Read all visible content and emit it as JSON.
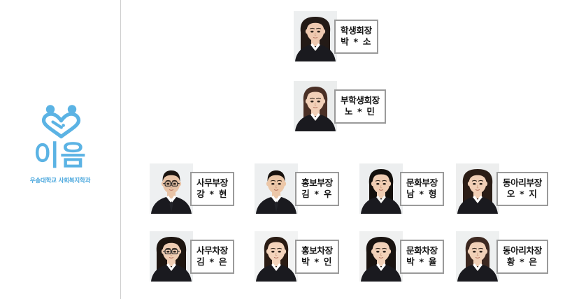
{
  "brand": {
    "mark_icon": "two-people-heart-icon",
    "wordmark": "이음",
    "subtitle": "우송대학교 사회복지학과",
    "accent_color": "#5bb3e4",
    "subtitle_color": "#4aa7dd"
  },
  "divider": {
    "color": "#cfcfcf"
  },
  "org_chart": {
    "label_border_color": "#9a9a9a",
    "label_text_color": "#141414",
    "rows": [
      {
        "row_name": "president-row",
        "members": [
          {
            "role": "학생회장",
            "name": "박 * 소",
            "photo_name": "photo-president",
            "hair": "long-straight-dark",
            "suit": "black",
            "skin": "#efc9b0",
            "hair_color": "#231a16",
            "bg": "#edeff0"
          }
        ]
      },
      {
        "row_name": "vice-president-row",
        "members": [
          {
            "role": "부학생회장",
            "name": "노 * 민",
            "photo_name": "photo-vice-president",
            "hair": "medium-brown",
            "suit": "black",
            "skin": "#f2d0b8",
            "hair_color": "#4a3026",
            "bg": "#ebeded"
          }
        ]
      },
      {
        "row_name": "department-heads-row",
        "members": [
          {
            "role": "사무부장",
            "name": "강 * 현",
            "photo_name": "photo-office-head",
            "hair": "short-dark-glasses",
            "suit": "black-tie",
            "skin": "#e8c3a6",
            "hair_color": "#1b1410",
            "bg": "#eef0f1"
          },
          {
            "role": "홍보부장",
            "name": "김 * 우",
            "photo_name": "photo-pr-head",
            "hair": "short-dark",
            "suit": "black-tie",
            "skin": "#ecc7a8",
            "hair_color": "#17110d",
            "bg": "#edeff0"
          },
          {
            "role": "문화부장",
            "name": "남 * 형",
            "photo_name": "photo-culture-head",
            "hair": "short-bangs-dark",
            "suit": "black-open",
            "skin": "#f0cdb2",
            "hair_color": "#14100c",
            "bg": "#eceeef"
          },
          {
            "role": "동아리부장",
            "name": "오 * 지",
            "photo_name": "photo-club-head",
            "hair": "long-wavy-dark",
            "suit": "black",
            "skin": "#f1cfb6",
            "hair_color": "#2b1d16",
            "bg": "#edeeee"
          }
        ]
      },
      {
        "row_name": "deputy-heads-row",
        "members": [
          {
            "role": "사무차장",
            "name": "김 * 은",
            "photo_name": "photo-office-deputy",
            "hair": "long-dark-glasses",
            "suit": "black",
            "skin": "#efcdb3",
            "hair_color": "#1d1510",
            "bg": "#eceeef"
          },
          {
            "role": "홍보차장",
            "name": "박 * 인",
            "photo_name": "photo-pr-deputy",
            "hair": "tied-back-dark",
            "suit": "black",
            "skin": "#f4d4bc",
            "hair_color": "#2a1c14",
            "bg": "#f2f3f3"
          },
          {
            "role": "문화차장",
            "name": "박 * 율",
            "photo_name": "photo-culture-deputy",
            "hair": "long-bangs-dark",
            "suit": "black",
            "skin": "#f2d1b8",
            "hair_color": "#191310",
            "bg": "#eff0f0"
          },
          {
            "role": "동아리차장",
            "name": "황 * 은",
            "photo_name": "photo-club-deputy",
            "hair": "short-bob-brown",
            "suit": "black",
            "skin": "#f1d0b7",
            "hair_color": "#3c2820",
            "bg": "#eef0f0"
          }
        ]
      }
    ]
  }
}
